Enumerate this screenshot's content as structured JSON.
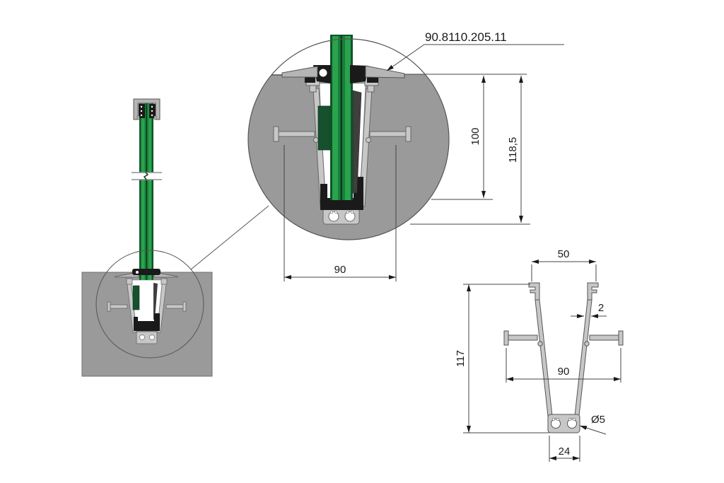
{
  "part_label": {
    "number": "90.8110.205.11"
  },
  "detail_view": {
    "dim_embed_depth": "100",
    "dim_total_depth": "118,5",
    "dim_channel_width": "90"
  },
  "profile_view": {
    "dim_top_width": "50",
    "dim_wall_thickness": "2",
    "dim_height": "117",
    "dim_anchor_span": "90",
    "dim_screw_diameter": "Ø5",
    "dim_base_width": "24"
  },
  "colors": {
    "concrete_gray": "#9a9a9a",
    "aluminum": "#c7c7c7",
    "glass_green": "#2ba24e",
    "glass_dark_edge": "#0d5427",
    "gasket_black": "#1a1a1a",
    "wedge_gray": "#3f3f3f",
    "block_dark_green": "#17502d",
    "line_color": "#444444"
  }
}
